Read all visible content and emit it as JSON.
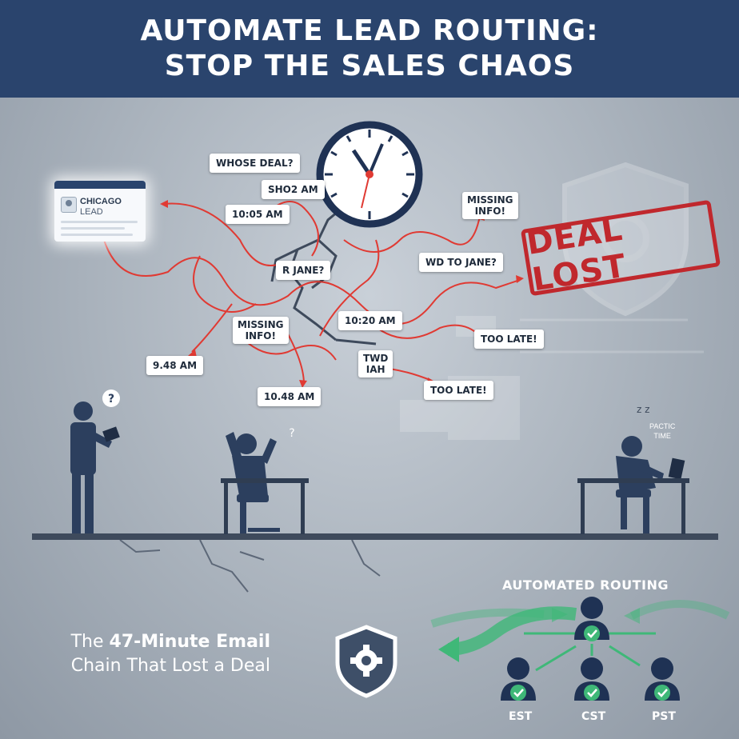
{
  "header": {
    "title_line1": "AUTOMATE LEAD ROUTING:",
    "title_line2": "STOP THE SALES CHAOS"
  },
  "lead_card": {
    "line1": "CHICAGO",
    "line2": "LEAD"
  },
  "notes": {
    "whose_deal": "WHOSE DEAL?",
    "t1": "SHO2 AM",
    "t2": "10:05 AM",
    "missing_top_line1": "MISSING",
    "missing_top_line2": "INFO!",
    "r_jane": "R JANE?",
    "fwd_jane": "WD TO JANE?",
    "missing_mid_line1": "MISSING",
    "missing_mid_line2": "INFO!",
    "t3": "10:20 AM",
    "too_late_1": "TOO LATE!",
    "t4": "9.48 AM",
    "twd": "TWD\nIAH",
    "too_late_2": "TOO LATE!",
    "t5": "10.48 AM"
  },
  "stamp": "DEAL LOST",
  "pacific": {
    "line1": "PACTIC",
    "line2": "TIME"
  },
  "routing": {
    "title": "AUTOMATED ROUTING",
    "zones": [
      "EST",
      "CST",
      "PST"
    ]
  },
  "tagline": {
    "part1": "The ",
    "highlight": "47-Minute Email",
    "line2": "Chain That Lost a Deal"
  },
  "colors": {
    "header_bg": "#2a446d",
    "chaos_red": "#e03a33",
    "routing_green": "#3fb878",
    "stamp_red": "#c0282d",
    "figure_navy": "#2c3f5e"
  },
  "icons": [
    "clock-icon",
    "shield-icon",
    "gear-icon",
    "person-icon",
    "check-icon",
    "question-icon",
    "laptop-icon",
    "tablet-icon"
  ]
}
